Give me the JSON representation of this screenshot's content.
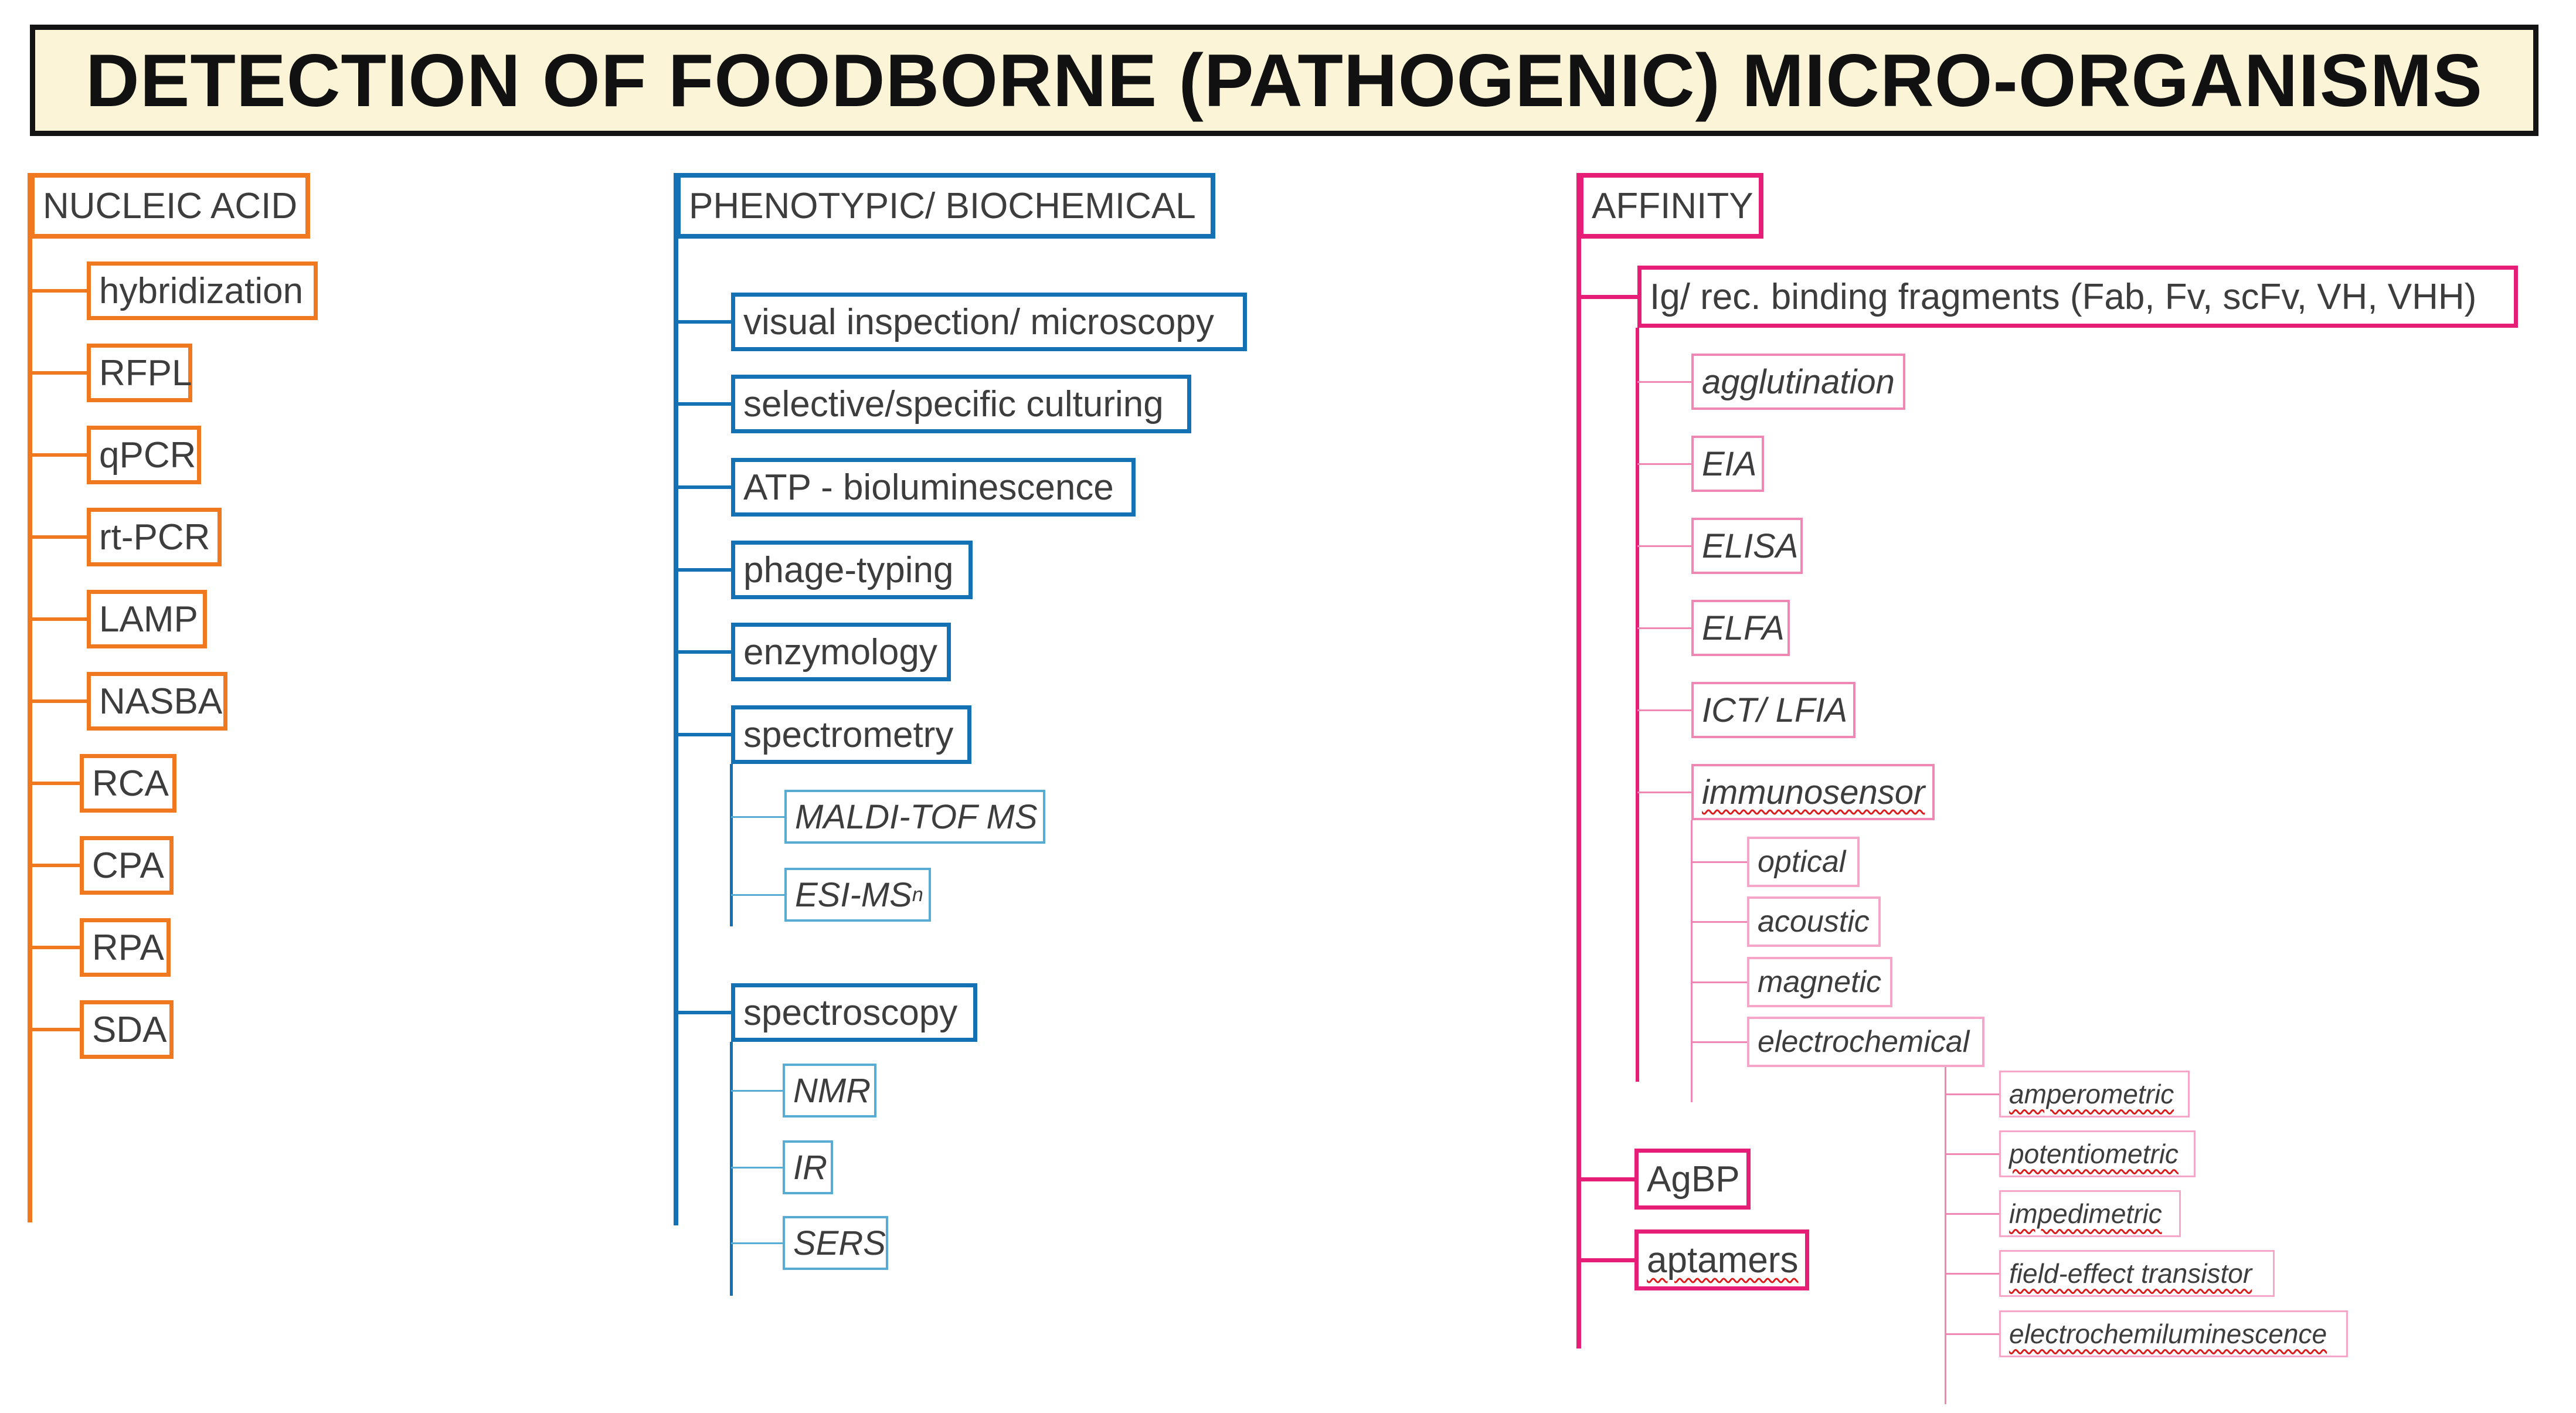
{
  "title": "DETECTION OF FOODBORNE (PATHOGENIC) MICRO-ORGANISMS",
  "colors": {
    "nucleic_acid": "#f0781e",
    "phenotypic": "#1472b4",
    "phenotypic_light": "#58acd4",
    "affinity": "#e61e78",
    "affinity_light": "#ef87b4",
    "affinity_lighter": "#f5a6c9",
    "title_background": "#fcf4d6"
  },
  "nucleic_acid": {
    "label": "NUCLEIC ACID",
    "methods": [
      "hybridization",
      "RFPL",
      "qPCR",
      "rt-PCR",
      "LAMP",
      "NASBA",
      "RCA",
      "CPA",
      "RPA",
      "SDA"
    ]
  },
  "phenotypic": {
    "label": "PHENOTYPIC/ BIOCHEMICAL",
    "methods": [
      "visual inspection/ microscopy",
      "selective/specific culturing",
      "ATP - bioluminescence",
      "phage-typing",
      "enzymology"
    ],
    "spectrometry": {
      "label": "spectrometry",
      "children": [
        "MALDI-TOF MS",
        "ESI-MS"
      ],
      "esi_superscript": "n"
    },
    "spectroscopy": {
      "label": "spectroscopy",
      "children": [
        "NMR",
        "IR",
        "SERS"
      ]
    }
  },
  "affinity": {
    "label": "AFFINITY",
    "ig": {
      "label": "Ig/ rec. binding fragments (Fab, Fv, scFv, VH, VHH)",
      "assays": [
        "agglutination",
        "EIA",
        "ELISA",
        "ELFA",
        "ICT/ LFIA"
      ],
      "immunosensor": {
        "label": "immunosensor",
        "types": [
          "optical",
          "acoustic",
          "magnetic",
          "electrochemical"
        ],
        "electrochemical": [
          "amperometric",
          "potentiometric",
          "impedimetric",
          "field-effect transistor",
          "electrochemiluminescence"
        ]
      }
    },
    "agbp": "AgBP",
    "aptamers": "aptamers"
  }
}
